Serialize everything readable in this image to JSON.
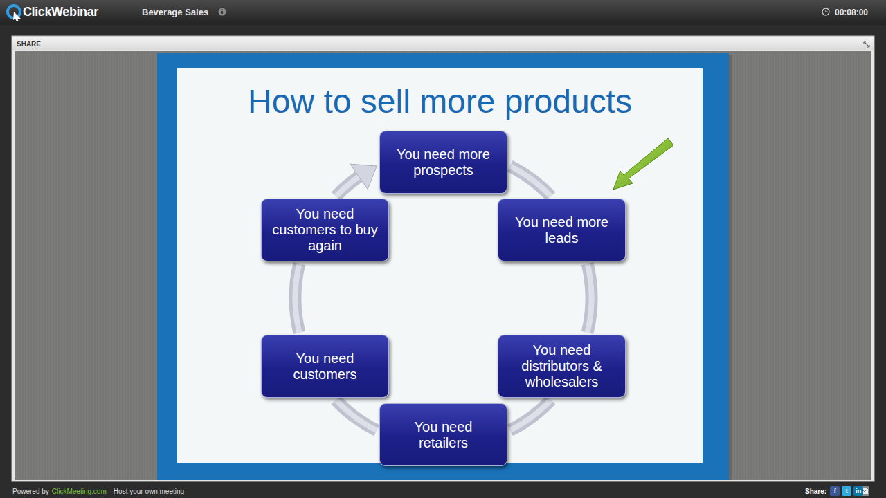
{
  "diagram": {
    "title": "How to sell more products",
    "nodes": [
      {
        "text": [
          "You need more prospects"
        ]
      },
      {
        "text": [
          "You need more leads"
        ]
      },
      {
        "text": [
          "You need distributors & wholesalers"
        ]
      },
      {
        "text": [
          "You need retailers"
        ]
      },
      {
        "text": [
          "You need customers"
        ]
      },
      {
        "text": [
          "You need customers to buy again"
        ]
      }
    ],
    "edges": [
      {
        "from": 0,
        "to": 1,
        "arrow": "none"
      },
      {
        "from": 1,
        "to": 2,
        "arrow": "none"
      },
      {
        "from": 2,
        "to": 3,
        "arrow": "none"
      },
      {
        "from": 3,
        "to": 4,
        "arrow": "none"
      },
      {
        "from": 4,
        "to": 5,
        "arrow": "none"
      },
      {
        "from": 5,
        "to": 0,
        "arrow": "to"
      }
    ],
    "labels": [
      "ClickWebinar",
      "Beverage Sales",
      "00:08:00",
      "SHARE",
      "Powered by",
      "ClickMeeting.com",
      "- Host your own meeting",
      "Share:",
      "f",
      "t",
      "in"
    ]
  }
}
